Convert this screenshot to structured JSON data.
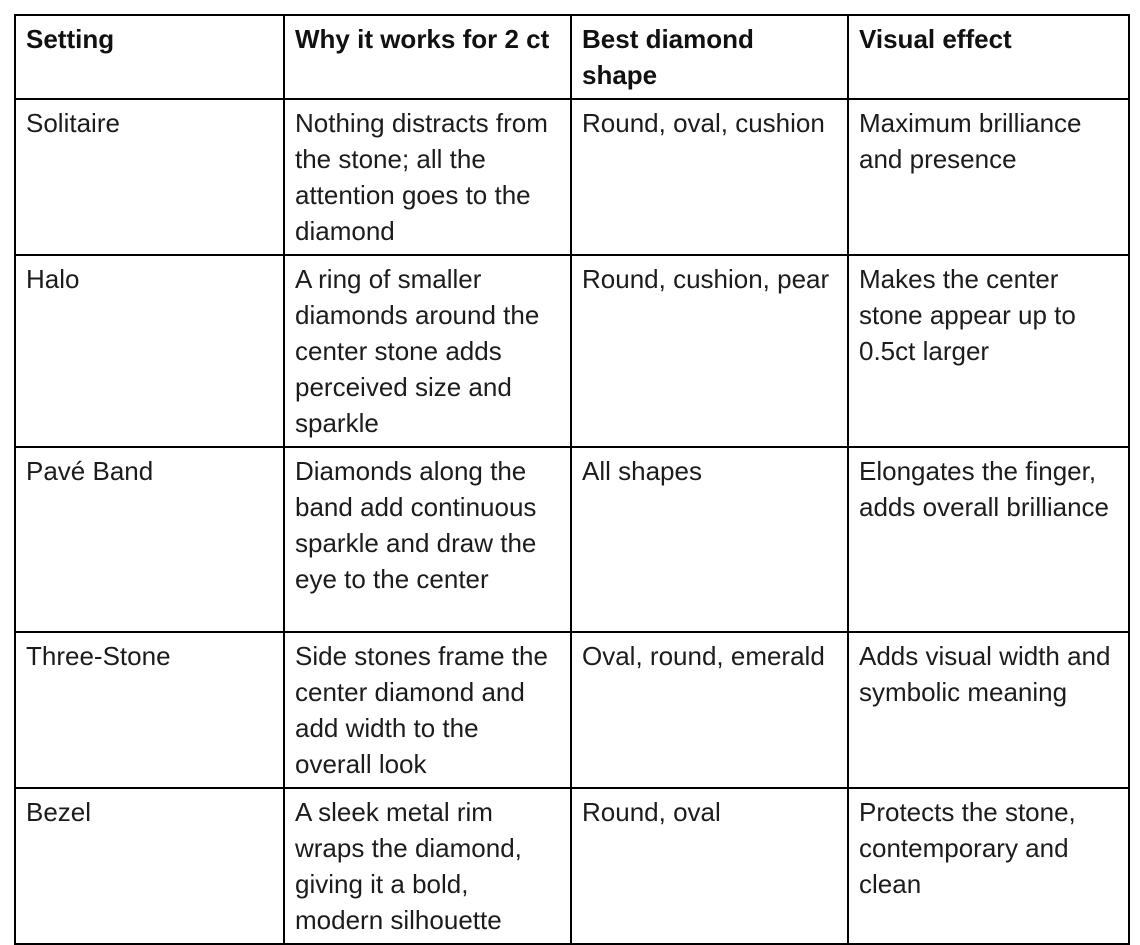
{
  "table": {
    "column_keys": [
      "setting",
      "why",
      "shape",
      "effect"
    ],
    "columns": [
      "Setting",
      "Why it works for 2 ct",
      "Best diamond shape",
      "Visual effect"
    ],
    "rows": [
      {
        "cells": [
          "Solitaire",
          "Nothing distracts from the stone; all the attention goes to the diamond",
          "Round, oval, cushion",
          "Maximum brilliance and presence"
        ]
      },
      {
        "cells": [
          "Halo",
          "A ring of smaller diamonds around the center stone adds perceived size and sparkle",
          "Round, cushion, pear",
          "Makes the center stone appear up to 0.5ct larger"
        ]
      },
      {
        "cells": [
          "Pavé Band",
          "Diamonds along the band add continuous sparkle and draw the eye to the center",
          "All shapes",
          "Elongates the finger, adds overall brilliance"
        ]
      },
      {
        "cells": [
          "Three-Stone",
          "Side stones frame the center diamond and add width to the overall look",
          "Oval, round, emerald",
          "Adds visual width and symbolic meaning"
        ]
      },
      {
        "cells": [
          "Bezel",
          "A sleek metal rim wraps the diamond, giving it a bold, modern silhouette",
          "Round, oval",
          "Protects the stone, contemporary and clean"
        ]
      }
    ]
  },
  "colors": {
    "border": "#000000",
    "text": "#1c1c1c",
    "background": "#ffffff"
  }
}
